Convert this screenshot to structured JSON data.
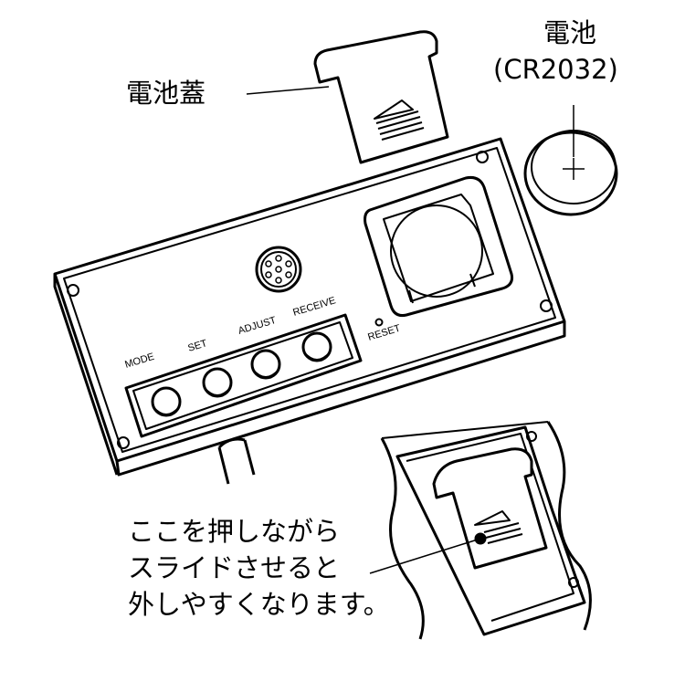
{
  "labels": {
    "battery_cover": "電池蓋",
    "battery": "電池",
    "battery_model": "(CR2032)",
    "instruction_lines": [
      "ここを押しながら",
      "スライドさせると",
      "外しやすくなります。"
    ]
  },
  "device": {
    "buttons": [
      "MODE",
      "SET",
      "ADJUST",
      "RECEIVE"
    ],
    "reset": "RESET"
  }
}
